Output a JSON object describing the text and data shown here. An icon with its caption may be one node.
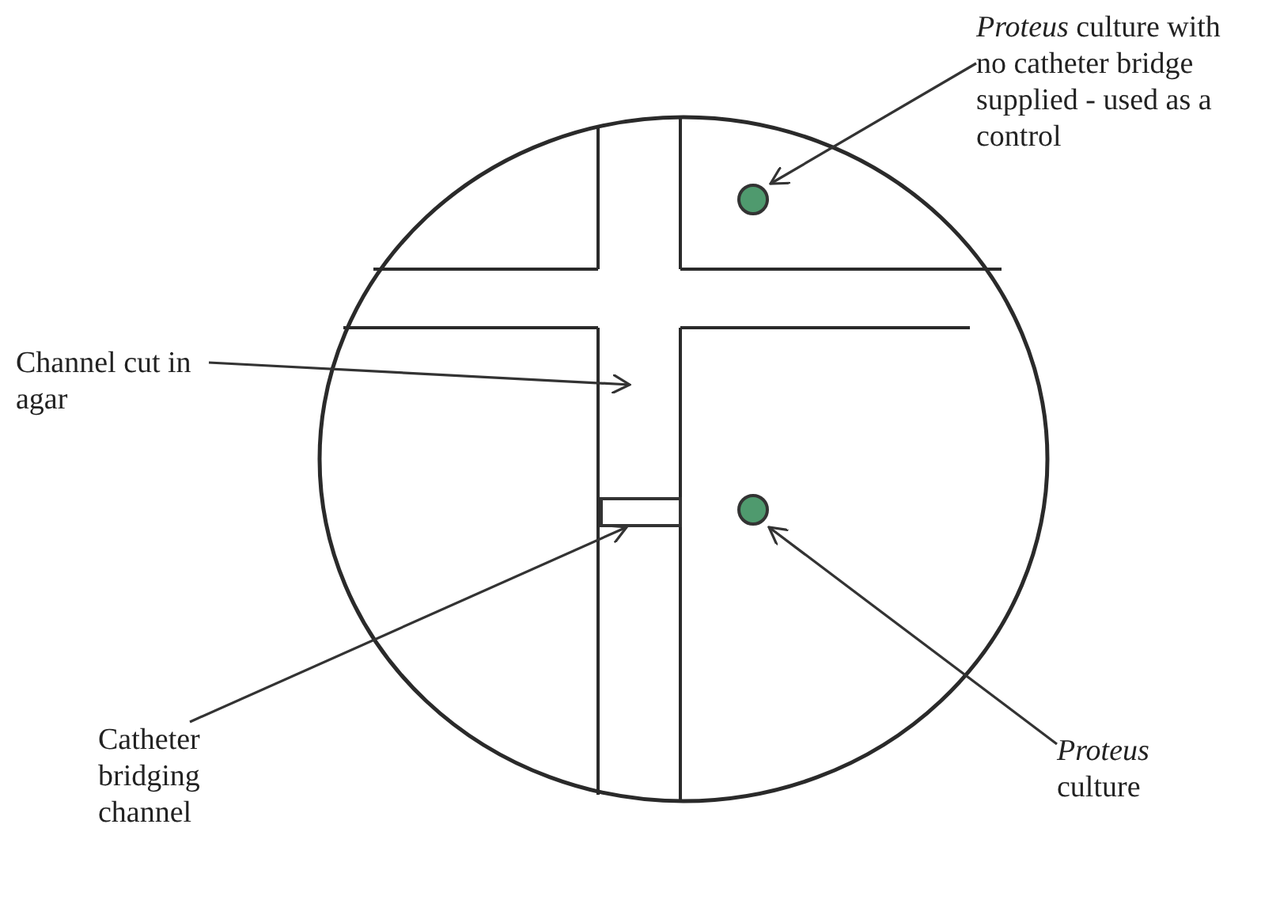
{
  "diagram": {
    "nodes": [
      {
        "text": [
          "*Proteus* culture with no catheter bridge supplied - used as a control"
        ]
      },
      {
        "text": [],
        "shape": "circle"
      },
      {
        "text": [
          "Channel cut in agar"
        ]
      },
      {
        "text": [],
        "shape": "box"
      },
      {
        "text": [],
        "shape": "circle"
      },
      {
        "text": [
          "*Proteus* culture"
        ]
      },
      {
        "text": [
          "Catheter bridging channel"
        ]
      }
    ],
    "edges": [
      {
        "from": 0,
        "to": 1,
        "arrow": "to"
      },
      {
        "from": 2,
        "to": null,
        "arrow": "to"
      },
      {
        "from": 6,
        "to": 3,
        "arrow": "to"
      },
      {
        "from": 5,
        "to": 4,
        "arrow": "to"
      }
    ]
  }
}
